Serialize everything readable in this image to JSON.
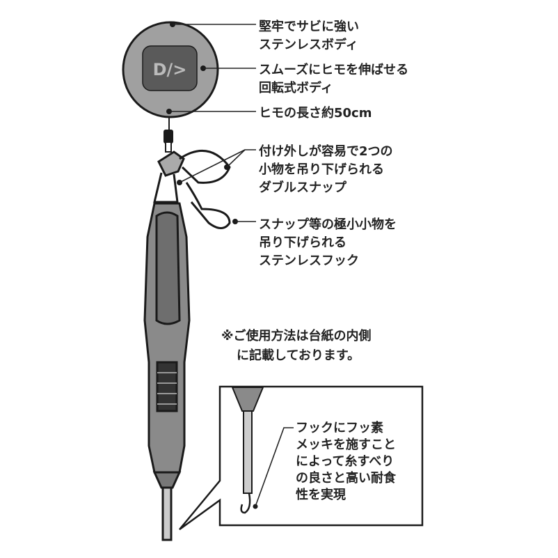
{
  "logo_text": "D/>",
  "colors": {
    "body": "#8a8a8a",
    "body_dark": "#555555",
    "outline": "#1a1a1a",
    "text": "#222222"
  },
  "callouts": [
    {
      "lines": [
        "堅牢でサビに強い",
        "ステンレスボディ"
      ]
    },
    {
      "lines": [
        "スムーズにヒモを伸ばせる",
        "回転式ボディ"
      ]
    },
    {
      "lines": [
        "ヒモの長さ約50cm"
      ]
    },
    {
      "lines": [
        "付け外しが容易で2つの",
        "小物を吊り下げられる",
        "ダブルスナップ"
      ]
    },
    {
      "lines": [
        "スナップ等の極小小物を",
        "吊り下げられる",
        "ステンレスフック"
      ]
    }
  ],
  "note": {
    "lines": [
      "※ご使用方法は台紙の内側",
      "に記載しております。"
    ]
  },
  "inset": {
    "lines": [
      "フックにフッ素",
      "メッキを施すこと",
      "によって糸すべり",
      "の良さと高い耐食",
      "性を実現"
    ]
  }
}
